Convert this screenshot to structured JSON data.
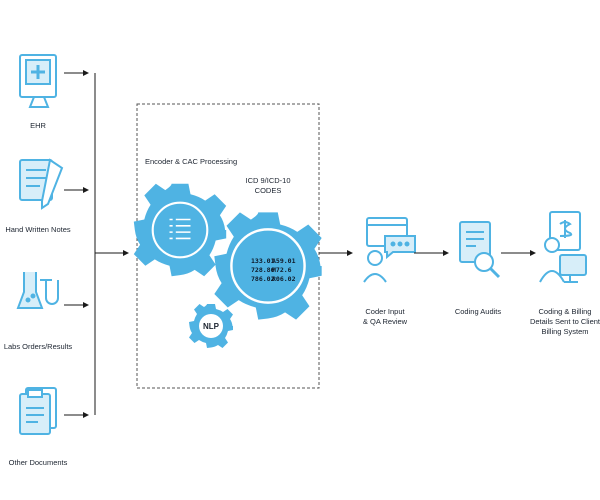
{
  "colors": {
    "accent": "#4fb3e3",
    "accent_light": "#d7eef9",
    "line": "#1a1a1a",
    "dash": "#555555"
  },
  "inputs": [
    {
      "label": "EHR",
      "icon": "monitor-medical-icon"
    },
    {
      "label": "Hand Written Notes",
      "icon": "notepad-pen-icon"
    },
    {
      "label": "Labs Orders/Results",
      "icon": "lab-flasks-icon"
    },
    {
      "label": "Other Documents",
      "icon": "documents-icon"
    }
  ],
  "processing": {
    "encoder_title": "Encoder & CAC Processing",
    "icd_title": [
      "ICD 9/ICD-10",
      "CODES"
    ],
    "codes": {
      "left": [
        "133.01",
        "728.86",
        "786.02"
      ],
      "right": [
        "A59.01",
        "M72.6",
        "R06.02"
      ]
    },
    "nlp_label": "NLP"
  },
  "steps": [
    {
      "label": [
        "Coder Input",
        "& QA Review"
      ],
      "icon": "coder-review-icon"
    },
    {
      "label": [
        "Coding Audits"
      ],
      "icon": "audit-magnifier-icon"
    },
    {
      "label": [
        "Coding & Billing",
        "Details Sent to Client",
        "Billing System"
      ],
      "icon": "billing-system-icon"
    }
  ]
}
